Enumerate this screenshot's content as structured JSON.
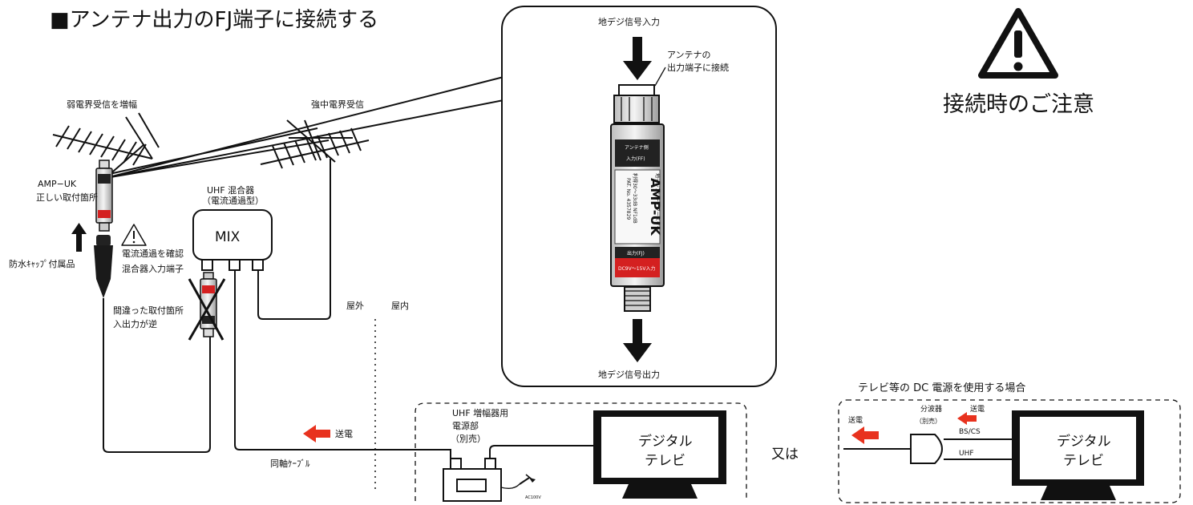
{
  "title": "■アンテナ出力のFJ端子に接続する",
  "caution": {
    "text": "接続時のご注意",
    "icon": "warning-icon"
  },
  "antenna_weak": {
    "label": "弱電界受信を増幅"
  },
  "antenna_strong": {
    "label": "強中電界受信"
  },
  "amp_correct": {
    "line1": "AMP−UK",
    "line2": "正しい取付箇所"
  },
  "waterproof_cap": {
    "label": "防水ｷｬｯﾌﾟ付属品"
  },
  "current_check": {
    "label": "電流通過を確認"
  },
  "mixer": {
    "line1": "UHF 混合器",
    "line2": "（電流通過型）",
    "box_label": "MIX",
    "input_label": "混合器入力端子"
  },
  "wrong_install": {
    "line1": "間違った取付箇所",
    "line2": "入出力が逆"
  },
  "outdoor": "屋外",
  "indoor": "屋内",
  "power_send_left": "送電",
  "coax_cable": "同軸ｹｰﾌﾞﾙ",
  "power_unit": {
    "line1": "UHF 増幅器用",
    "line2": "電源部",
    "line3": "（別売）",
    "ac_label": "AC100V"
  },
  "tv_main": {
    "line1": "デジタル",
    "line2": "テレビ"
  },
  "or_text": "又は",
  "dc_case": {
    "heading": "テレビ等の DC 電源を使用する場合",
    "send_left": "送電",
    "splitter_line1": "分波器",
    "splitter_line2": "（別売）",
    "send_right": "送電",
    "bscs": "BS/CS",
    "uhf": "UHF",
    "tv_line1": "デジタル",
    "tv_line2": "テレビ"
  },
  "detail": {
    "input_label": "地デジ信号入力",
    "connect_line1": "アンテナの",
    "connect_line2": "出力端子に接続",
    "output_label": "地デジ信号出力",
    "device_label_top1": "アンテナ側",
    "device_label_top2": "入力(FF)",
    "device_brand": "AMP-UK",
    "device_name": "地デジアンテナブースター",
    "device_spec1": "利得30～33dB NF1dB",
    "device_spec2": "PAT. No. 4357829",
    "device_label_out": "出力(FJ)",
    "device_red_label": "DC9V～15V入力"
  },
  "colors": {
    "arrow_red": "#e8321e",
    "device_red": "#d42020",
    "device_dark": "#222222"
  }
}
